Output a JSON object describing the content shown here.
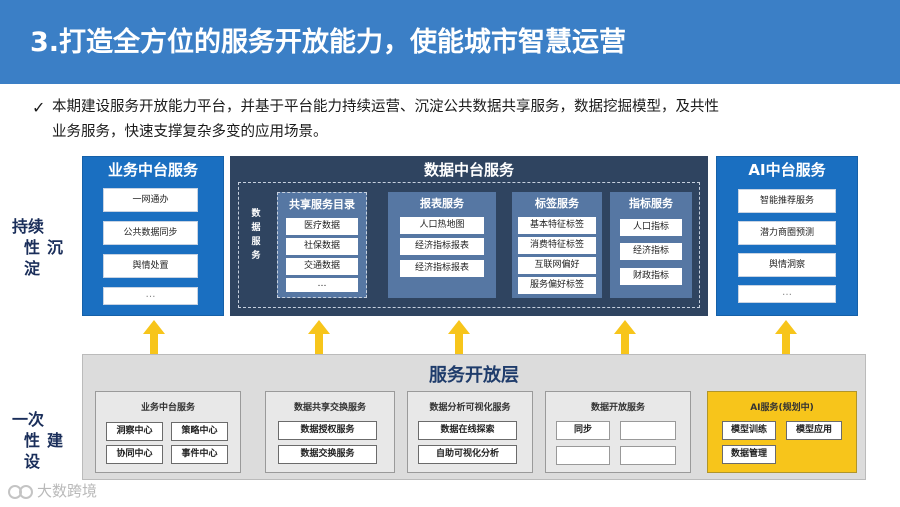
{
  "header": {
    "title": "3.打造全方位的服务开放能力，使能城市智慧运营"
  },
  "intro": {
    "check": "✓",
    "line1": "本期建设服务开放能力平台，并基于平台能力持续运营、沉淀公共数据共享服务，数据挖掘模型，及共性",
    "line2": "业务服务，快速支撑复杂多变的应用场景。"
  },
  "side_labels": {
    "upper": [
      "持续",
      "沉",
      "性",
      "淀"
    ],
    "lower": [
      "一次",
      "建",
      "性",
      "设"
    ]
  },
  "business_panel": {
    "title": "业务中台服务",
    "items": [
      "一网通办",
      "公共数据同步",
      "舆情处置",
      "…"
    ]
  },
  "data_panel": {
    "title": "数据中台服务",
    "vertical_label": [
      "数",
      "据",
      "服",
      "务"
    ],
    "catalog": {
      "title": "共享服务目录",
      "items": [
        "医疗数据",
        "社保数据",
        "交通数据",
        "…"
      ]
    },
    "report": {
      "title": "报表服务",
      "items": [
        "人口热地图",
        "经济指标报表",
        "经济指标报表"
      ]
    },
    "tag": {
      "title": "标签服务",
      "items": [
        "基本特征标签",
        "消费特征标签",
        "互联网偏好",
        "服务偏好标签"
      ]
    },
    "metric": {
      "title": "指标服务",
      "items": [
        "人口指标",
        "经济指标",
        "财政指标"
      ]
    }
  },
  "ai_panel": {
    "title": "AI中台服务",
    "items": [
      "智能推荐服务",
      "潜力商圈预测",
      "舆情洞察",
      "…"
    ]
  },
  "bottom": {
    "title": "服务开放层",
    "business": {
      "title": "业务中台服务",
      "items": [
        "洞察中心",
        "策略中心",
        "协同中心",
        "事件中心"
      ]
    },
    "exchange": {
      "title": "数据共享交换服务",
      "items": [
        "数据授权服务",
        "数据交换服务"
      ]
    },
    "viz": {
      "title": "数据分析可视化服务",
      "items": [
        "数据在线探索",
        "自助可视化分析"
      ]
    },
    "open": {
      "title": "数据开放服务",
      "items": [
        "同步",
        "",
        "",
        ""
      ]
    },
    "ai": {
      "title": "AI服务(规划中)",
      "items": [
        "模型训练",
        "模型应用",
        "数据管理"
      ]
    }
  },
  "watermark": {
    "text": "大数跨境"
  },
  "colors": {
    "header": "#3b7fc6",
    "blue_panel": "#1a6fc1",
    "dark_panel": "#2f4460",
    "sub_box": "#5677a3",
    "arrow": "#f7c51b",
    "ai_bottom": "#f7c51b"
  }
}
